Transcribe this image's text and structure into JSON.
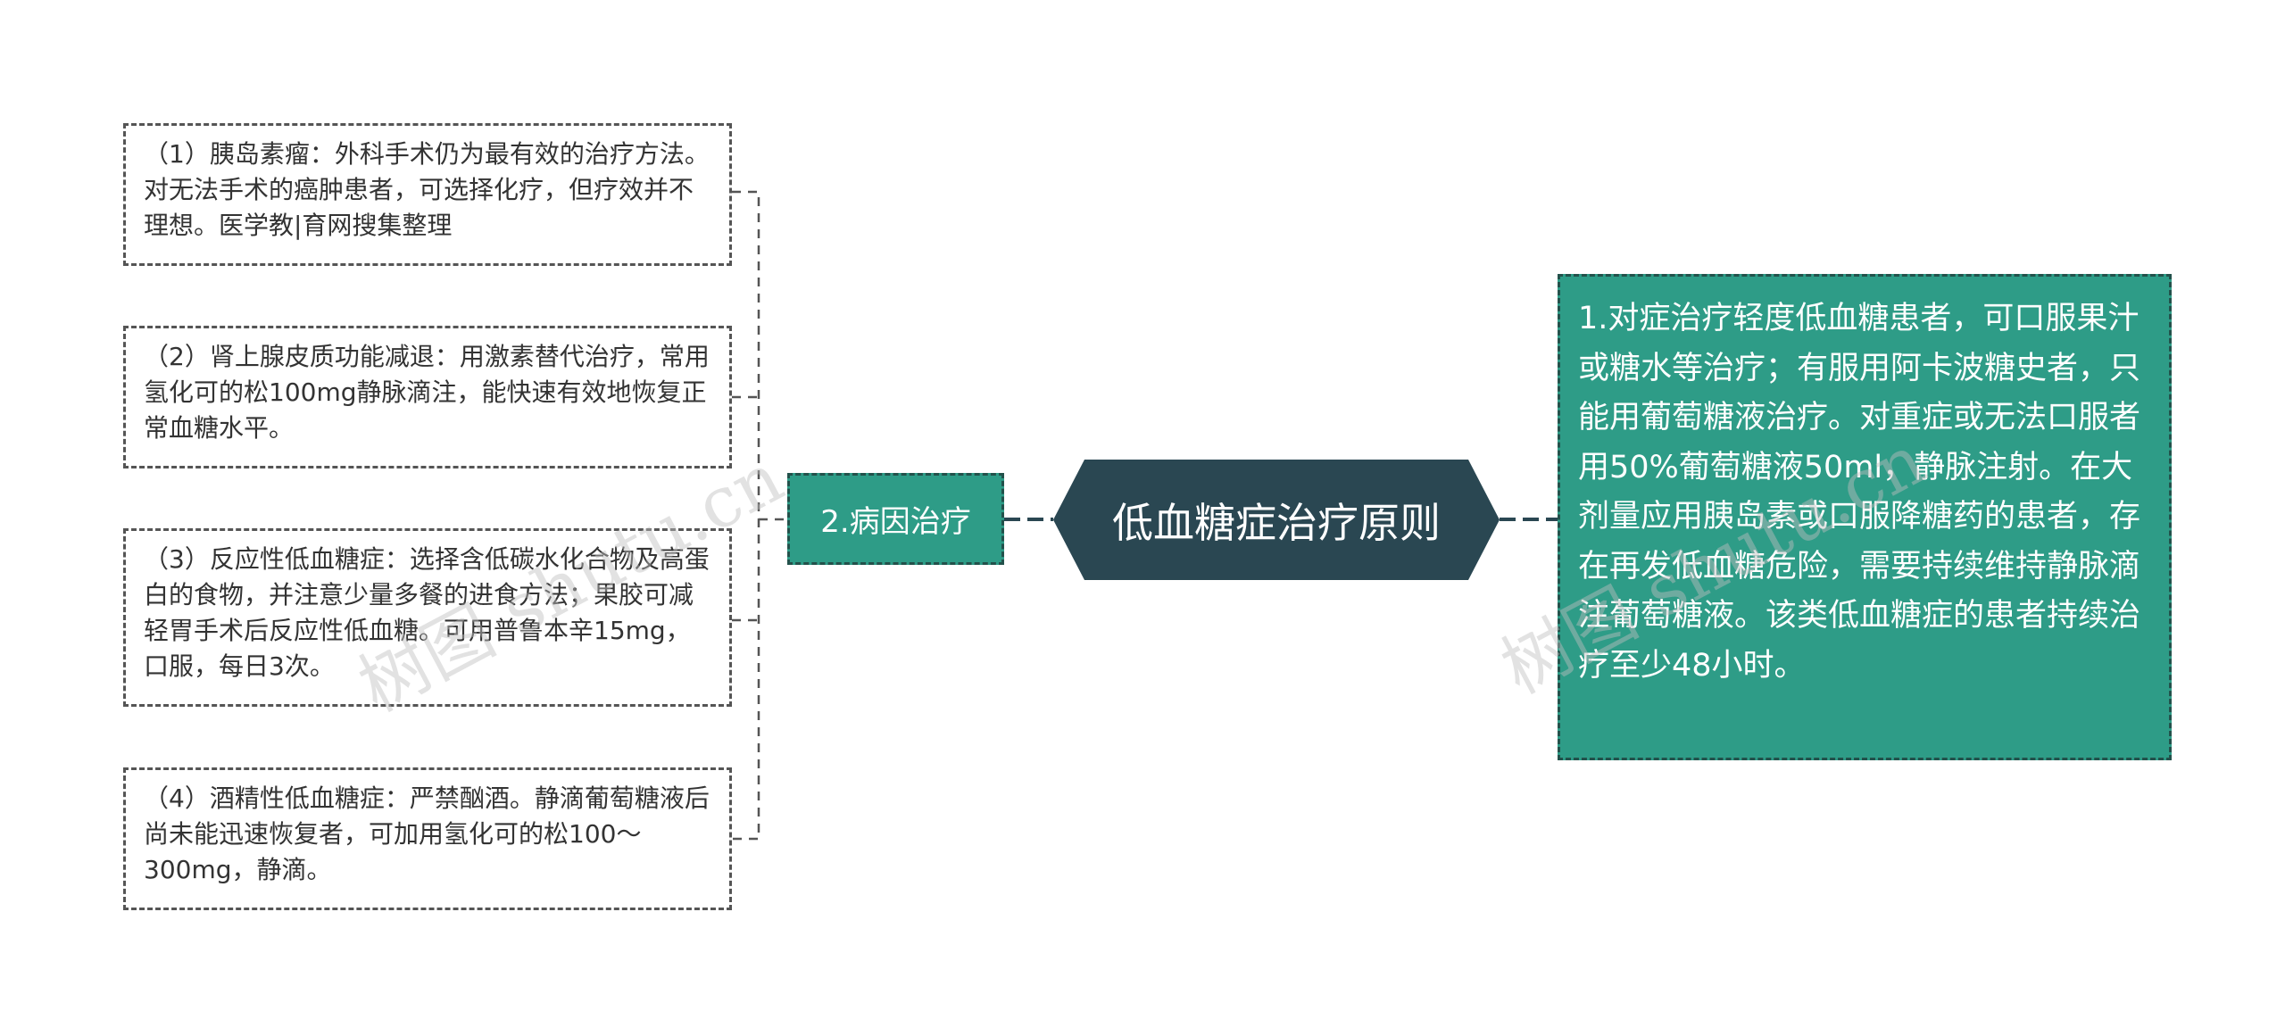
{
  "root": {
    "label": "低血糖症治疗原则"
  },
  "branch": {
    "label": "2.病因治疗"
  },
  "right_node": {
    "text": "1.对症治疗轻度低血糖患者，可口服果汁或糖水等治疗；有服用阿卡波糖史者，只能用葡萄糖液治疗。对重症或无法口服者用50%葡萄糖液50ml，静脉注射。在大剂量应用胰岛素或口服降糖药的患者，存在再发低血糖危险，需要持续维持静脉滴注葡萄糖液。该类低血糖症的患者持续治疗至少48小时。"
  },
  "leaves": [
    {
      "text": "（1）胰岛素瘤：外科手术仍为最有效的治疗方法。对无法手术的癌肿患者，可选择化疗，但疗效并不理想。医学教|育网搜集整理"
    },
    {
      "text": "（2）肾上腺皮质功能减退：用激素替代治疗，常用氢化可的松100mg静脉滴注，能快速有效地恢复正常血糖水平。"
    },
    {
      "text": "（3）反应性低血糖症：选择含低碳水化合物及高蛋白的食物，并注意少量多餐的进食方法；果胶可减轻胃手术后反应性低血糖。可用普鲁本辛15mg，口服，每日3次。"
    },
    {
      "text": "（4）酒精性低血糖症：严禁酗酒。静滴葡萄糖液后尚未能迅速恢复者，可加用氢化可的松100～300mg，静滴。"
    }
  ],
  "watermarks": [
    "树图 shutu.cn",
    "树图 shutu.cn"
  ],
  "colors": {
    "root_bg": "#2a4752",
    "node_bg": "#2e9c87",
    "node_border": "#23514b",
    "line": "#2a4752"
  }
}
